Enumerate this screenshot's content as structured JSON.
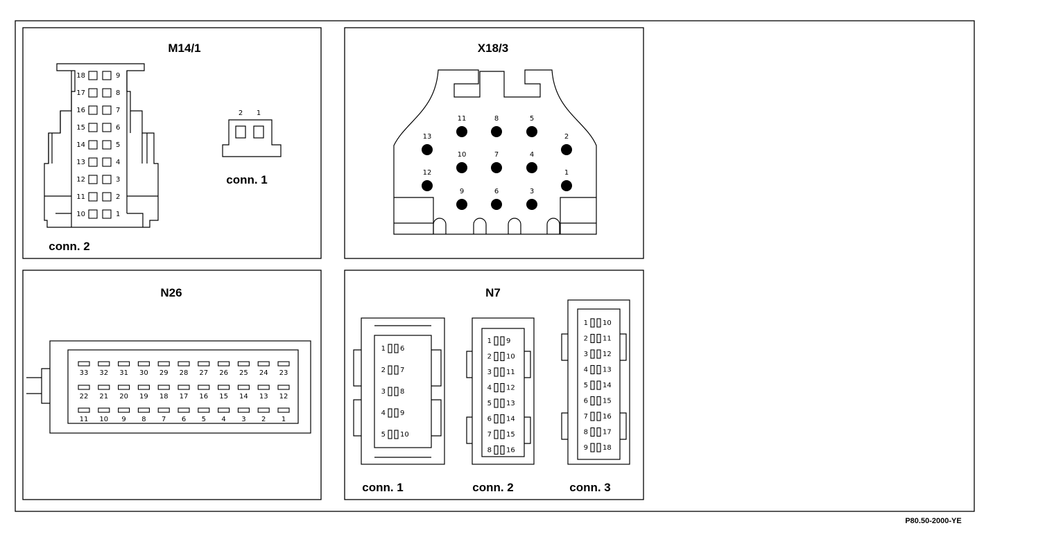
{
  "reference": "P80.50-2000-YE",
  "m14_1": {
    "title": "M14/1",
    "conn1_label": "conn. 1",
    "conn2_label": "conn. 2",
    "conn1_pins": [
      "2",
      "1"
    ],
    "conn2_left": [
      "18",
      "17",
      "16",
      "15",
      "14",
      "13",
      "12",
      "11",
      "10"
    ],
    "conn2_right": [
      "9",
      "8",
      "7",
      "6",
      "5",
      "4",
      "3",
      "2",
      "1"
    ]
  },
  "x18_3": {
    "title": "X18/3",
    "pins": [
      "11",
      "8",
      "5",
      "13",
      "2",
      "10",
      "7",
      "4",
      "12",
      "1",
      "9",
      "6",
      "3"
    ]
  },
  "n26": {
    "title": "N26",
    "row1": [
      "33",
      "32",
      "31",
      "30",
      "29",
      "28",
      "27",
      "26",
      "25",
      "24",
      "23"
    ],
    "row2": [
      "22",
      "21",
      "20",
      "19",
      "18",
      "17",
      "16",
      "15",
      "14",
      "13",
      "12"
    ],
    "row3": [
      "11",
      "10",
      "9",
      "8",
      "7",
      "6",
      "5",
      "4",
      "3",
      "2",
      "1"
    ]
  },
  "n7": {
    "title": "N7",
    "conn1_label": "conn. 1",
    "conn2_label": "conn. 2",
    "conn3_label": "conn. 3",
    "conn1_left": [
      "1",
      "2",
      "3",
      "4",
      "5"
    ],
    "conn1_right": [
      "6",
      "7",
      "8",
      "9",
      "10"
    ],
    "conn2_left": [
      "1",
      "2",
      "3",
      "4",
      "5",
      "6",
      "7",
      "8"
    ],
    "conn2_right": [
      "9",
      "10",
      "11",
      "12",
      "13",
      "14",
      "15",
      "16"
    ],
    "conn3_left": [
      "1",
      "2",
      "3",
      "4",
      "5",
      "6",
      "7",
      "8",
      "9"
    ],
    "conn3_right": [
      "10",
      "11",
      "12",
      "13",
      "14",
      "15",
      "16",
      "17",
      "18"
    ]
  }
}
